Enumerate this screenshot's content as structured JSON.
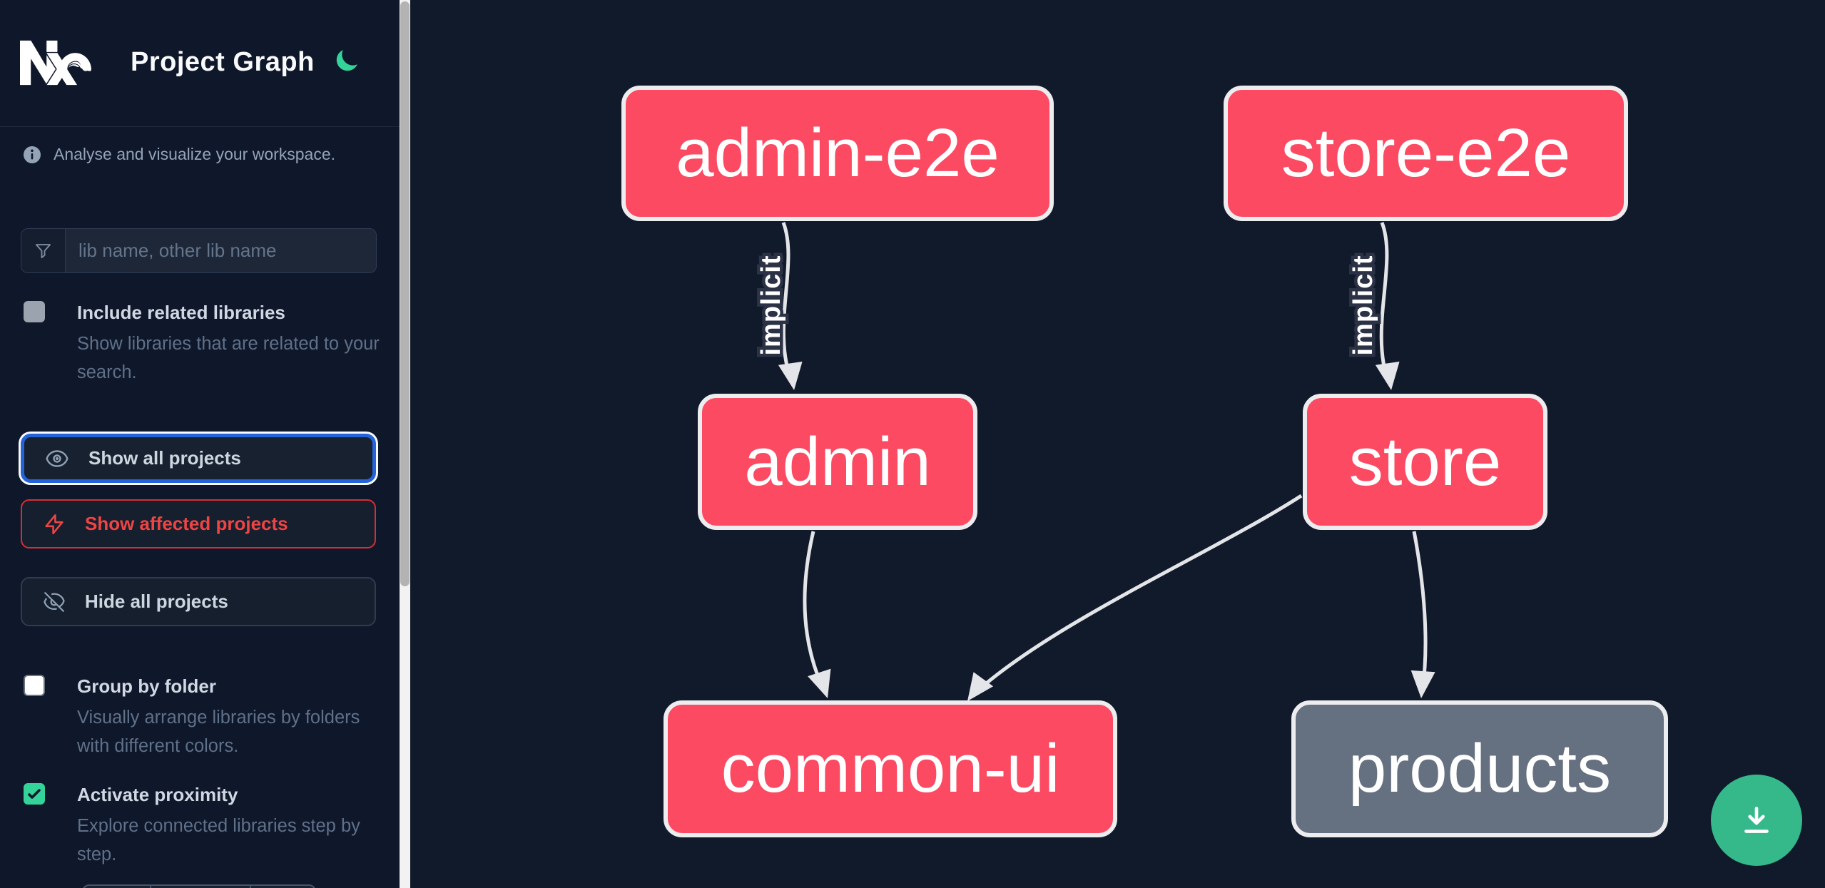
{
  "app": {
    "title": "Project Graph"
  },
  "colors": {
    "background": "#111a2b",
    "accent_green": "#34d399",
    "fab_green": "#35b98a",
    "node_affected_pink": "#fb4a62",
    "node_default_gray": "#657081",
    "edge_gray": "#e4e5e8",
    "focus_blue": "#2463d9",
    "danger_red": "#ef4444"
  },
  "sidebar": {
    "info_text": "Analyse and visualize your workspace.",
    "search": {
      "placeholder": "lib name, other lib name",
      "value": ""
    },
    "options": [
      {
        "label": "Include related libraries",
        "description": "Show libraries that are related to your search.",
        "checked": false
      },
      {
        "label": "Group by folder",
        "description": "Visually arrange libraries by folders with different colors.",
        "checked": false
      },
      {
        "label": "Activate proximity",
        "description": "Explore connected libraries step by step.",
        "checked": true
      }
    ],
    "actions": [
      {
        "label": "Show all projects",
        "state": "focused"
      },
      {
        "label": "Show affected projects",
        "state": "affected"
      },
      {
        "label": "Hide all projects",
        "state": "default"
      }
    ]
  },
  "graph": {
    "nodes": [
      {
        "id": "admin-e2e",
        "label": "admin-e2e",
        "type": "affected"
      },
      {
        "id": "store-e2e",
        "label": "store-e2e",
        "type": "affected"
      },
      {
        "id": "admin",
        "label": "admin",
        "type": "affected"
      },
      {
        "id": "store",
        "label": "store",
        "type": "affected"
      },
      {
        "id": "common-ui",
        "label": "common-ui",
        "type": "affected"
      },
      {
        "id": "products",
        "label": "products",
        "type": "default"
      }
    ],
    "edges": [
      {
        "from": "admin-e2e",
        "to": "admin",
        "label": "implicit"
      },
      {
        "from": "store-e2e",
        "to": "store",
        "label": "implicit"
      },
      {
        "from": "admin",
        "to": "common-ui",
        "label": ""
      },
      {
        "from": "store",
        "to": "common-ui",
        "label": ""
      },
      {
        "from": "store",
        "to": "products",
        "label": ""
      }
    ]
  }
}
